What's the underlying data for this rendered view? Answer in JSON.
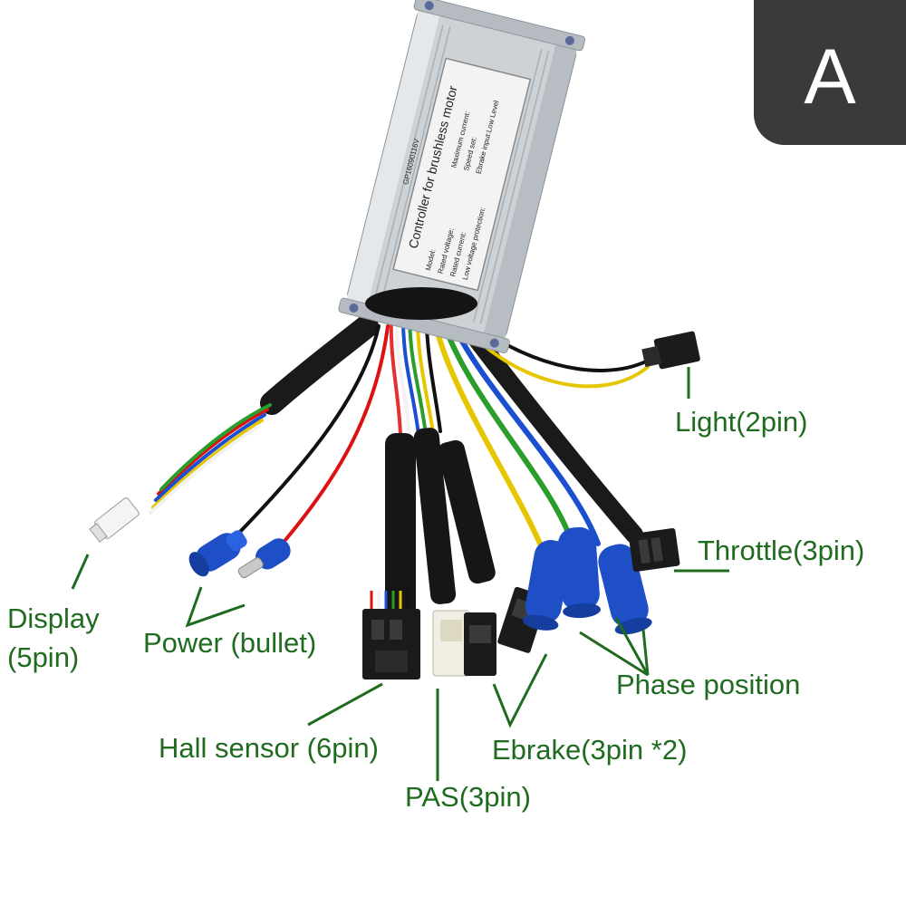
{
  "badge": {
    "letter": "A"
  },
  "controller": {
    "title": "Controller for brushless motor",
    "serial": "GP16090116V",
    "specs_left": [
      "Model:",
      "Rated voltage:",
      "Rated current:",
      "Low voltage protection:"
    ],
    "specs_right": [
      "Maximum current:",
      "Speed set:",
      "Ebrake input:Low Level"
    ]
  },
  "labels": {
    "light": "Light(2pin)",
    "throttle": "Throttle(3pin)",
    "display_line1": "Display",
    "display_line2": "(5pin)",
    "power": "Power (bullet)",
    "phase": "Phase position",
    "hall": "Hall sensor (6pin)",
    "ebrake": "Ebrake(3pin *2)",
    "pas": "PAS(3pin)"
  },
  "colors": {
    "label_text": "#1f6b1f",
    "badge_bg": "#3a3a3a",
    "housing": "#c9ced2",
    "connector_blue": "#1e4fc7",
    "heatshrink": "#1a1a1a"
  }
}
